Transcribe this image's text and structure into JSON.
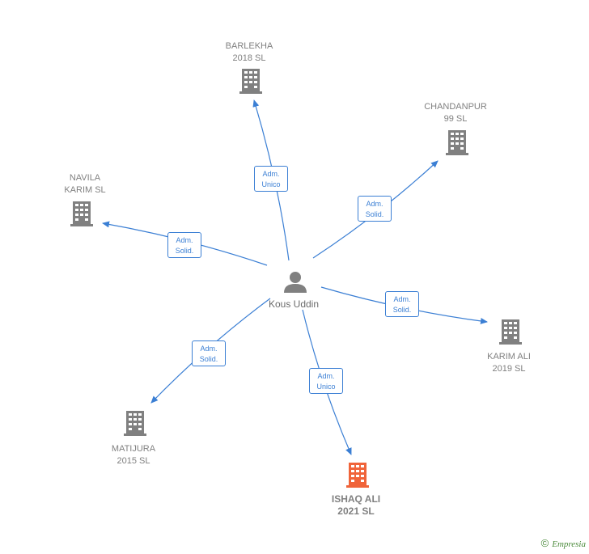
{
  "center": {
    "name": "Kous Uddin"
  },
  "companies": [
    {
      "id": "barlekha",
      "name": "BARLEKHA\n2018  SL",
      "color": "#808080",
      "highlight": false
    },
    {
      "id": "chandanpur",
      "name": "CHANDANPUR\n99  SL",
      "color": "#808080",
      "highlight": false
    },
    {
      "id": "navila",
      "name": "NAVILA\nKARIM  SL",
      "color": "#808080",
      "highlight": false
    },
    {
      "id": "karim-ali",
      "name": "KARIM ALI\n2019  SL",
      "color": "#808080",
      "highlight": false
    },
    {
      "id": "matijura",
      "name": "MATIJURA\n2015  SL",
      "color": "#808080",
      "highlight": false
    },
    {
      "id": "ishaq-ali",
      "name": "ISHAQ ALI\n2021  SL",
      "color": "#f0643a",
      "highlight": true
    }
  ],
  "edges": [
    {
      "to": "barlekha",
      "label": "Adm.\nUnico"
    },
    {
      "to": "chandanpur",
      "label": "Adm.\nSolid."
    },
    {
      "to": "navila",
      "label": "Adm.\nSolid."
    },
    {
      "to": "karim-ali",
      "label": "Adm.\nSolid."
    },
    {
      "to": "matijura",
      "label": "Adm.\nSolid."
    },
    {
      "to": "ishaq-ali",
      "label": "Adm.\nUnico"
    }
  ],
  "colors": {
    "edge": "#3b7fd4",
    "person": "#808080"
  },
  "footer": {
    "copyright": "©",
    "brand": "Empresia"
  }
}
